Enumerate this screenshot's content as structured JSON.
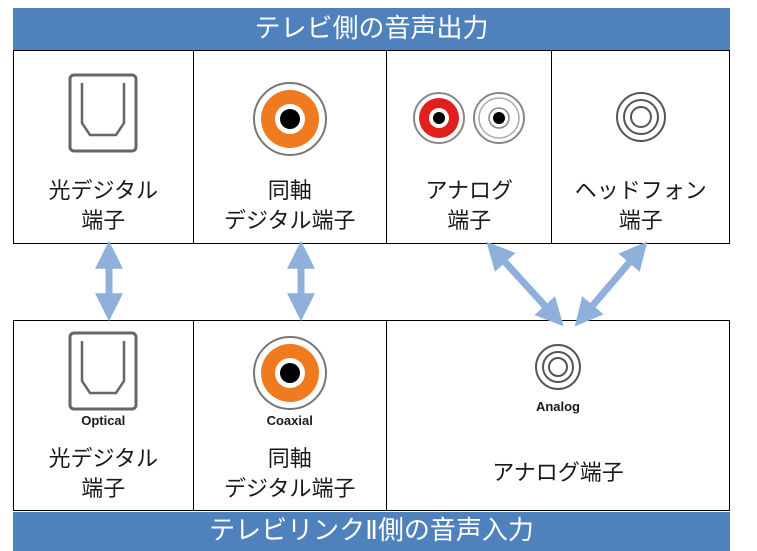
{
  "header": {
    "title": "テレビ側の音声出力"
  },
  "footer": {
    "title": "テレビリンクⅡ側の音声入力"
  },
  "tv_outputs": [
    {
      "icon": "optical-port-icon",
      "line1": "光デジタル",
      "line2": "端子"
    },
    {
      "icon": "coaxial-port-icon",
      "line1": "同軸",
      "line2": "デジタル端子"
    },
    {
      "icon": "analog-rca-port-icon",
      "line1": "アナログ",
      "line2": "端子"
    },
    {
      "icon": "headphone-jack-icon",
      "line1": "ヘッドフォン",
      "line2": "端子"
    }
  ],
  "link_inputs": [
    {
      "icon": "optical-port-icon",
      "sublabel": "Optical",
      "line1": "光デジタル",
      "line2": "端子"
    },
    {
      "icon": "coaxial-port-icon",
      "sublabel": "Coaxial",
      "line1": "同軸",
      "line2": "デジタル端子"
    },
    {
      "icon": "analog-jack-icon",
      "sublabel": "Analog",
      "line1": "アナログ端子"
    }
  ],
  "colors": {
    "banner": "#4f81bd",
    "arrow": "#8eb0da",
    "coaxial_orange": "#f07a20",
    "rca_red": "#e0201c"
  }
}
